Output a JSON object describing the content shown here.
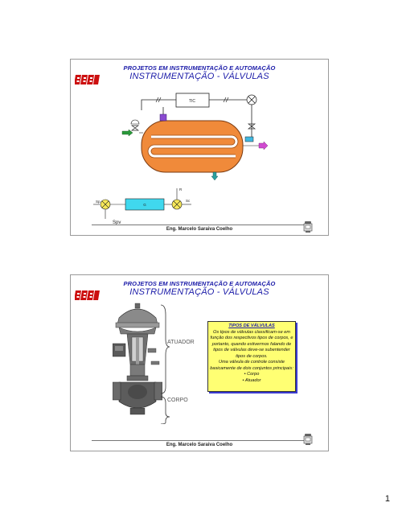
{
  "slide1": {
    "header_line1": "PROJETOS EM INSTRUMENTAÇÃO E AUTOMAÇÃO",
    "header_line2": "INSTRUMENTAÇÃO - VÁLVULAS",
    "controller_label": "TIC",
    "block_labels": {
      "setpoint_input": "Sp",
      "gain_block": "G",
      "disturbance": "R",
      "output": "Sc",
      "setpoint_text": "Spv"
    },
    "footer": "Eng. Marcelo Saraiva Coelho"
  },
  "slide2": {
    "header_line1": "PROJETOS EM INSTRUMENTAÇÃO E AUTOMAÇÃO",
    "header_line2": "INSTRUMENTAÇÃO - VÁLVULAS",
    "label_actuator": "ATUADOR",
    "label_body": "CORPO",
    "infobox": {
      "title": "TIPOS DE VÁLVULAS",
      "lines": [
        "Os tipos de válvulas classificam-se em",
        "função dos respectivos tipos de corpos, e",
        "portanto, quando estivermos falando de",
        "tipos de válvulas deve-se subentender",
        "tipos de corpos.",
        "Uma válvula de controle consiste",
        "basicamente de dois conjuntos principais:",
        "• Corpo",
        "• Atuador"
      ]
    },
    "footer": "Eng. Marcelo Saraiva Coelho"
  },
  "page_number": "1",
  "colors": {
    "logo_red": "#cc1010",
    "header_blue": "#1a1aa8",
    "tank_orange": "#f08a3a",
    "info_yellow": "#ffff73",
    "block_cyan": "#40d8ee",
    "summer_yellow": "#f7e85a"
  }
}
